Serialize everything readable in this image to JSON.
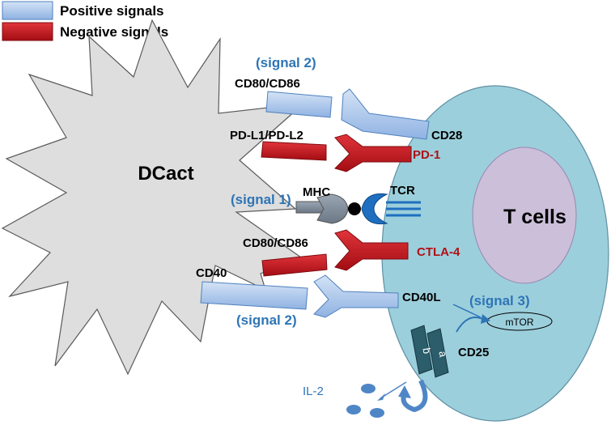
{
  "legend": {
    "positive_label": "Positive signals",
    "negative_label": "Negative signals"
  },
  "dc": {
    "label": "DCact"
  },
  "tcell": {
    "label": "T cells"
  },
  "molecules": {
    "cd80_cd86_top": "CD80/CD86",
    "pdl1_pdl2": "PD-L1/PD-L2",
    "mhc": "MHC",
    "cd80_cd86_bottom": "CD80/CD86",
    "cd40": "CD40",
    "cd28": "CD28",
    "pd1": "PD-1",
    "tcr": "TCR",
    "ctla4": "CTLA-4",
    "cd40l": "CD40L",
    "mtor": "mTOR",
    "cd25": "CD25",
    "il2": "IL-2",
    "cd25_chain_b": "b",
    "cd25_chain_a": "a"
  },
  "signals": {
    "signal1": "(signal 1)",
    "signal2_top": "(signal 2)",
    "signal2_bottom": "(signal 2)",
    "signal3": "(signal 3)"
  },
  "colors": {
    "positive_fill": "#a7c3ea",
    "positive_stroke": "#4f81bd",
    "negative_fill": "#c0141c",
    "negative_stroke": "#7f0b10",
    "dc_fill": "#dcdcdc",
    "tcell_fill": "#9ccfdc",
    "nucleus_fill": "#cbbfd9",
    "signal_text": "#2e75b6",
    "negative_text": "#b01016",
    "cd25_fill": "#2b5d6b",
    "il2_fill": "#4f86c6"
  }
}
